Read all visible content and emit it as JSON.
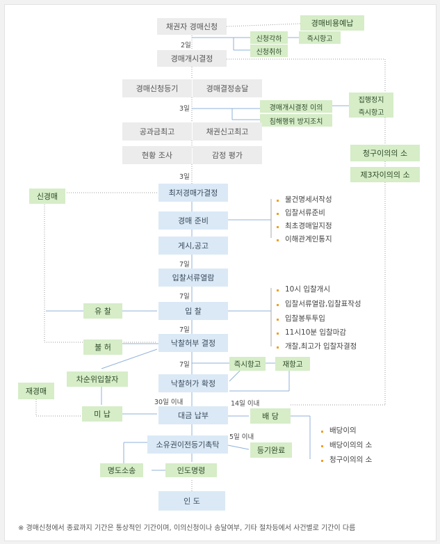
{
  "boxes": {
    "apply": "채권자 경매신청",
    "cost": "경매비용예납",
    "reject1": "신청각하",
    "reject2": "신청취하",
    "appeal_now": "즉시항고",
    "start": "경매개시결정",
    "reg": "경매신청등기",
    "deliver": "경매결정송달",
    "objection": "경매개시결정 이의",
    "prevent": "침해행위 방지조치",
    "stay": "집행정지",
    "stay_appeal": "즉시항고",
    "tax": "공과금최고",
    "creditor": "채권신고최고",
    "survey": "현황 조사",
    "appraisal": "감정 평가",
    "claim_objection": "청구이의의 소",
    "third_party": "제3자이의의 소",
    "min_price": "최저경매가결정",
    "new_auction": "신경매",
    "prepare": "경매 준비",
    "notice": "게시,공고",
    "view_docs": "입찰서류열람",
    "bid": "입 찰",
    "fail": "유 찰",
    "decide": "낙찰허부 결정",
    "deny": "불 허",
    "appeal3": "즉시항고",
    "reappeal": "재항고",
    "second_bidder": "차순위입찰자",
    "re_auction": "재경매",
    "confirm": "낙찰허가 확정",
    "unpaid": "미 납",
    "payment": "대금 납부",
    "dividend": "배 당",
    "transfer_reg": "소유권이전등기촉탁",
    "reg_done": "등기완료",
    "lawsuit": "명도소송",
    "order": "인도명령",
    "handover": "인 도"
  },
  "labels": {
    "d2": "2일",
    "d3a": "3일",
    "d3b": "3일",
    "d7a": "7일",
    "d7b": "7일",
    "d7c": "7일",
    "d7d": "7일",
    "d30": "30일 이내",
    "d14": "14일 이내",
    "d5": "5일 이내"
  },
  "prep_list": [
    "물건명세서작성",
    "입찰서류준비",
    "최초경매일지정",
    "이해관계인통지"
  ],
  "bid_list": [
    "10시 입찰개시",
    "입찰서류열람,입찰표작성",
    "입찰봉투투입",
    "11시10분 입찰마감",
    "개찰,최고가 입찰자결정"
  ],
  "div_list": [
    "배당이의",
    "배당이의의 소",
    "청구이의의 소"
  ],
  "note": "※ 경매신청에서 종료까지 기간은 통상적인 기간이며, 이의신청이나 송달여부, 기타 절차등에서 사건별로 기간이 다름",
  "colors": {
    "gray": "#ececec",
    "blue": "#dbe9f6",
    "green": "#d6edc8",
    "line": "#8fb2d8",
    "dot": "#999999",
    "bullet": "#f0a020"
  }
}
